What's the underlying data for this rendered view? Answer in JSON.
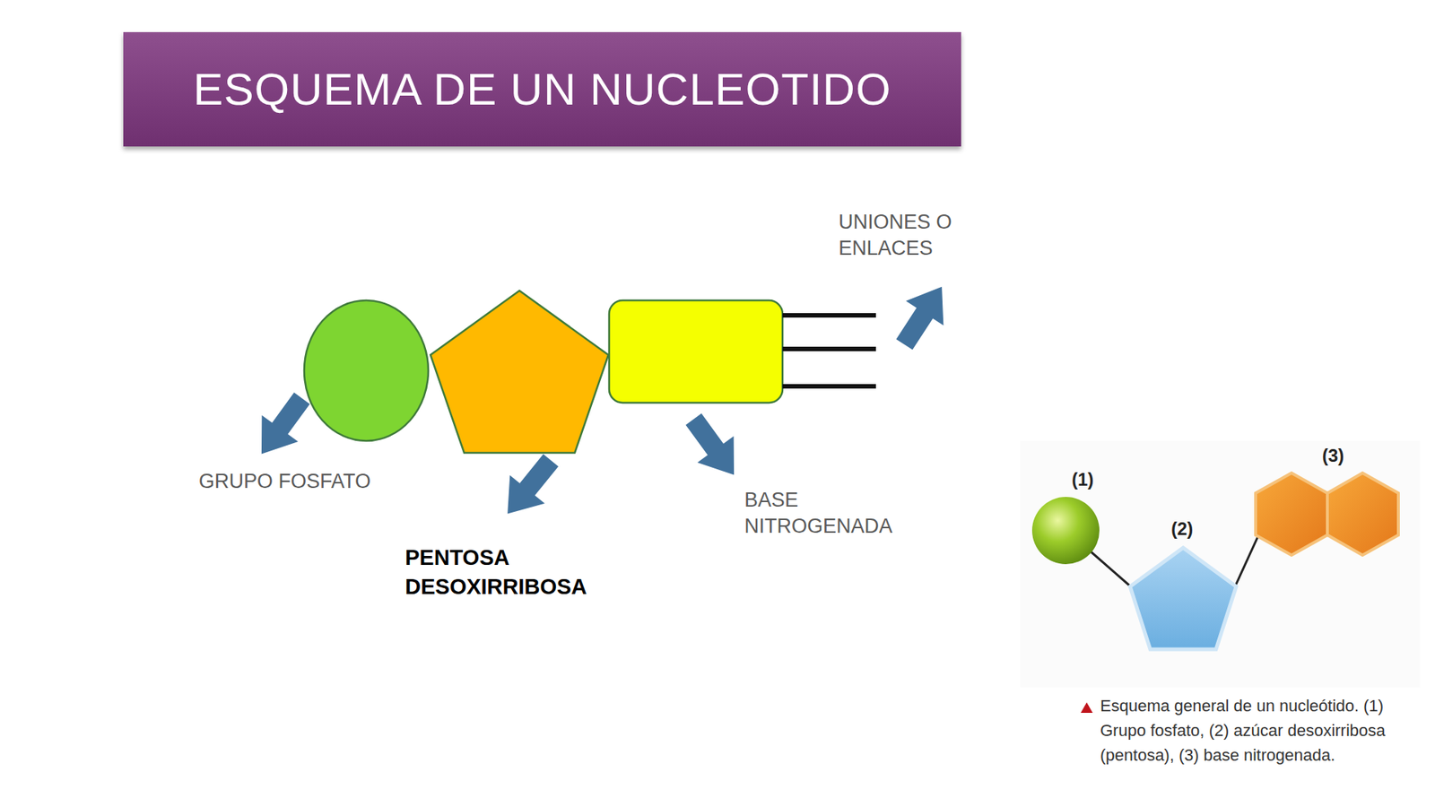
{
  "diagram": {
    "title": "ESQUEMA DE UN NUCLEOTIDO",
    "caption": "Esquema general de un nucleótido. (1) Grupo fosfato, (2) azúcar desoxirribosa (pentosa), (3) base nitrogenada.",
    "labels": [
      "UNIONES O ENLACES",
      "GRUPO FOSFATO",
      "PENTOSA DESOXIRRIBOSA",
      "BASE NITROGENADA",
      "(1)",
      "(2)",
      "(3)"
    ]
  }
}
